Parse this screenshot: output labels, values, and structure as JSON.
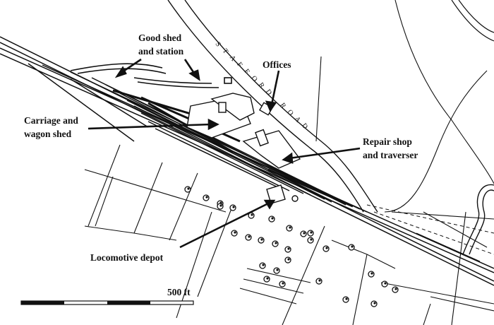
{
  "labels": {
    "goods_shed_line1": "Good shed",
    "goods_shed_line2": "and station",
    "offices": "Offices",
    "carriage_line1": "Carriage and",
    "carriage_line2": "wagon shed",
    "repair_line1": "Repair shop",
    "repair_line2": "and traverser",
    "loco_depot": "Locomotive depot"
  },
  "road": {
    "name_chars": [
      "S",
      "T",
      "A",
      "F",
      "F",
      "O",
      "R",
      "D",
      " ",
      "R",
      "O",
      "A",
      "D"
    ]
  },
  "scale": {
    "label": "500 ft"
  },
  "colors": {
    "ink": "#111111",
    "paper": "#ffffff"
  }
}
